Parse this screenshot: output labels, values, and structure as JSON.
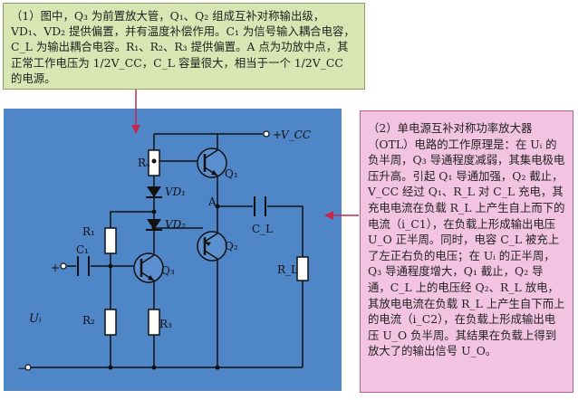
{
  "note_circuit": {
    "text": "（1）图中，Q₃ 为前置放大管，Q₁、Q₂ 组成互补对称输出级，VD₁、VD₂ 提供偏置，并有温度补偿作用。C₁ 为信号输入耦合电容，C_L 为输出耦合电容。R₁、R₂、R₃ 提供偏置。A 点为功放中点，其正常工作电压为 1/2V_CC，C_L 容量很大，相当于一个 1/2V_CC 的电源。"
  },
  "note_principle": {
    "text": "（2）单电源互补对称功率放大器（OTL）电路的工作原理是：在 Uᵢ 的负半周，Q₃ 导通程度减弱，其集电极电压升高。引起 Q₁ 导通加强，Q₂ 截止，V_CC 经过 Q₁、R_L 对 C_L 充电，其充电电流在负载 R_L 上产生自上而下的电流（i_C1），在负载上形成输出电压 U_O 正半周。同时，电容 C_L 被充上了左正右负的电压；在 Uᵢ 的正半周，Q₃ 导通程度增大，Q₁ 截止，Q₂ 导通，C_L 上的电压经 Q₂、R_L 放电，其放电电流在负载 R_L 上产生自下而上的电流（i_C2），在负载上形成输出电压 U_O 负半周。其结果在负载上得到放大了的输出信号 U_O。"
  },
  "labels": {
    "vcc_plus": "+",
    "vcc": "V_CC",
    "r4": "R₄",
    "q1": "Q₁",
    "vd1": "VD₁",
    "a": "A",
    "cl": "C_L",
    "r1": "R₁",
    "vd2": "VD₂",
    "c1": "C₁",
    "plus": "+",
    "q2": "Q₂",
    "rl": "R_L",
    "q3": "Q₃",
    "ui": "Uᵢ",
    "r2": "R₂",
    "r3": "R₃",
    "minus": "−"
  },
  "colors": {
    "panel": "#4f86c7",
    "note_circuit_bg": "#d8e6b3",
    "note_principle_bg": "#f3c4e2",
    "arrow": "#c0284c"
  }
}
